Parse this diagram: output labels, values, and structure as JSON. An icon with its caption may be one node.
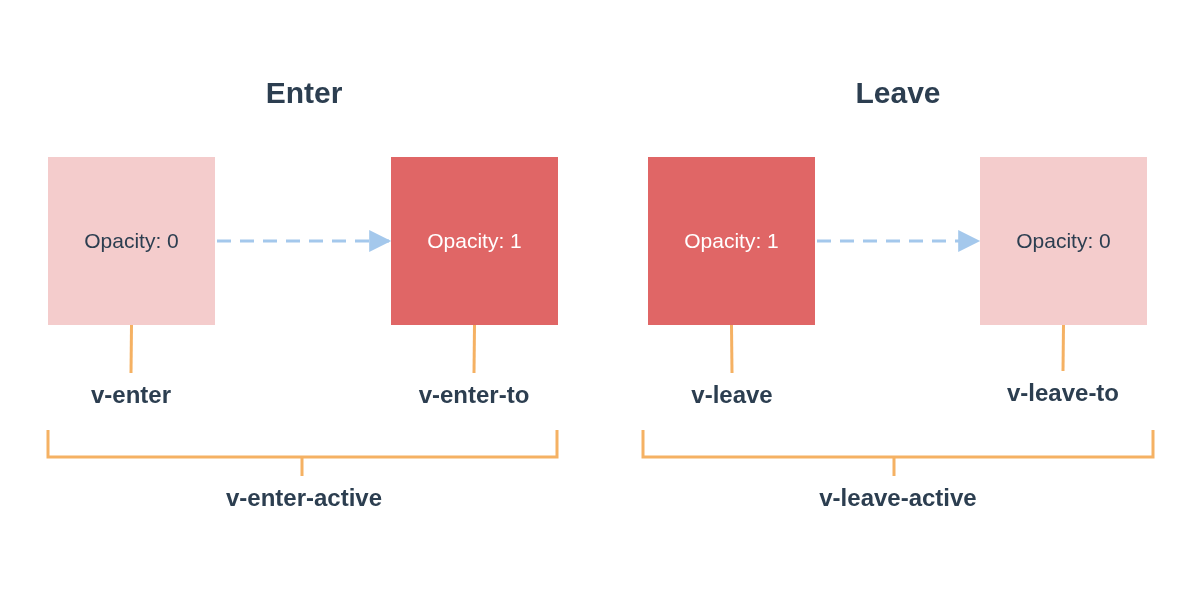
{
  "diagram": {
    "nodes": [
      {
        "text": [
          "Opacity: 0"
        ]
      },
      {
        "text": [
          "Opacity: 1"
        ]
      },
      {
        "text": [
          "Opacity: 1"
        ]
      },
      {
        "text": [
          "Opacity: 0"
        ]
      },
      {
        "text": [
          "v-enter"
        ]
      },
      {
        "text": [
          "v-enter-to"
        ]
      },
      {
        "text": [
          "v-leave"
        ]
      },
      {
        "text": [
          "v-leave-to"
        ]
      }
    ],
    "edges": [
      {
        "from": 0,
        "to": 1,
        "arrow": "to",
        "style": "dashed",
        "color": "#a4c8ec"
      },
      {
        "from": 2,
        "to": 3,
        "arrow": "to",
        "style": "dashed",
        "color": "#a4c8ec"
      },
      {
        "from": 4,
        "to": 0,
        "arrow": "none"
      },
      {
        "from": 5,
        "to": 1,
        "arrow": "none"
      },
      {
        "from": 6,
        "to": 2,
        "arrow": "none"
      },
      {
        "from": 7,
        "to": 3,
        "arrow": "none"
      }
    ],
    "labels": [
      "Enter",
      "Leave",
      "v-enter-active",
      "v-leave-active"
    ]
  }
}
